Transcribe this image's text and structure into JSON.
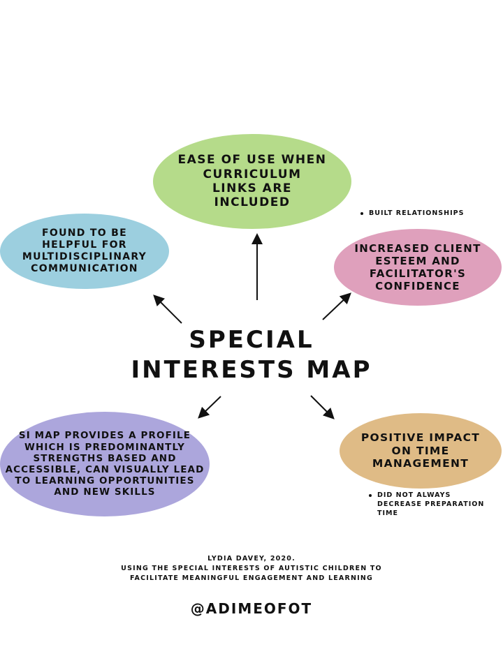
{
  "title": {
    "line1": "Special",
    "line2": "Interests Map"
  },
  "nodes": {
    "top": {
      "label": "Ease of use when curriculum links are included",
      "lines": [
        "Ease of use when",
        "curriculum",
        "links are",
        "included"
      ],
      "color": "#b5db8a"
    },
    "left": {
      "label": "Found to be helpful for multidisciplinary communication",
      "lines": [
        "Found to be",
        "helpful for",
        "multidisciplinary",
        "communication"
      ],
      "color": "#9ccfdf"
    },
    "right": {
      "label": "Increased client esteem and facilitator's confidence",
      "lines": [
        "Increased client",
        "esteem and",
        "facilitator's",
        "confidence"
      ],
      "color": "#dfa0bc"
    },
    "bottom_left": {
      "label": "SI map provides a profile which is predominantly strengths based and accessible, can visually lead to learning opportunities and new skills",
      "lines": [
        "SI map provides a profile",
        "which is predominantly",
        "strengths based and",
        "accessible, can visually lead",
        "to learning opportunities",
        "and new skills"
      ],
      "color": "#aca6dc"
    },
    "bottom_right": {
      "label": "Positive impact on time management",
      "lines": [
        "Positive impact",
        "on time",
        "management"
      ],
      "color": "#dfbb86"
    }
  },
  "notes": {
    "right": {
      "bullet": "Built relationships"
    },
    "bottom_right": {
      "lines": [
        "Did not always",
        "decrease preparation",
        "time"
      ]
    }
  },
  "citation": {
    "line1": "Lydia Davey, 2020.",
    "line2": "Using the special interests of autistic children to",
    "line3": "facilitate meaningful engagement and learning"
  },
  "handle": "@ADIMEOFOT"
}
